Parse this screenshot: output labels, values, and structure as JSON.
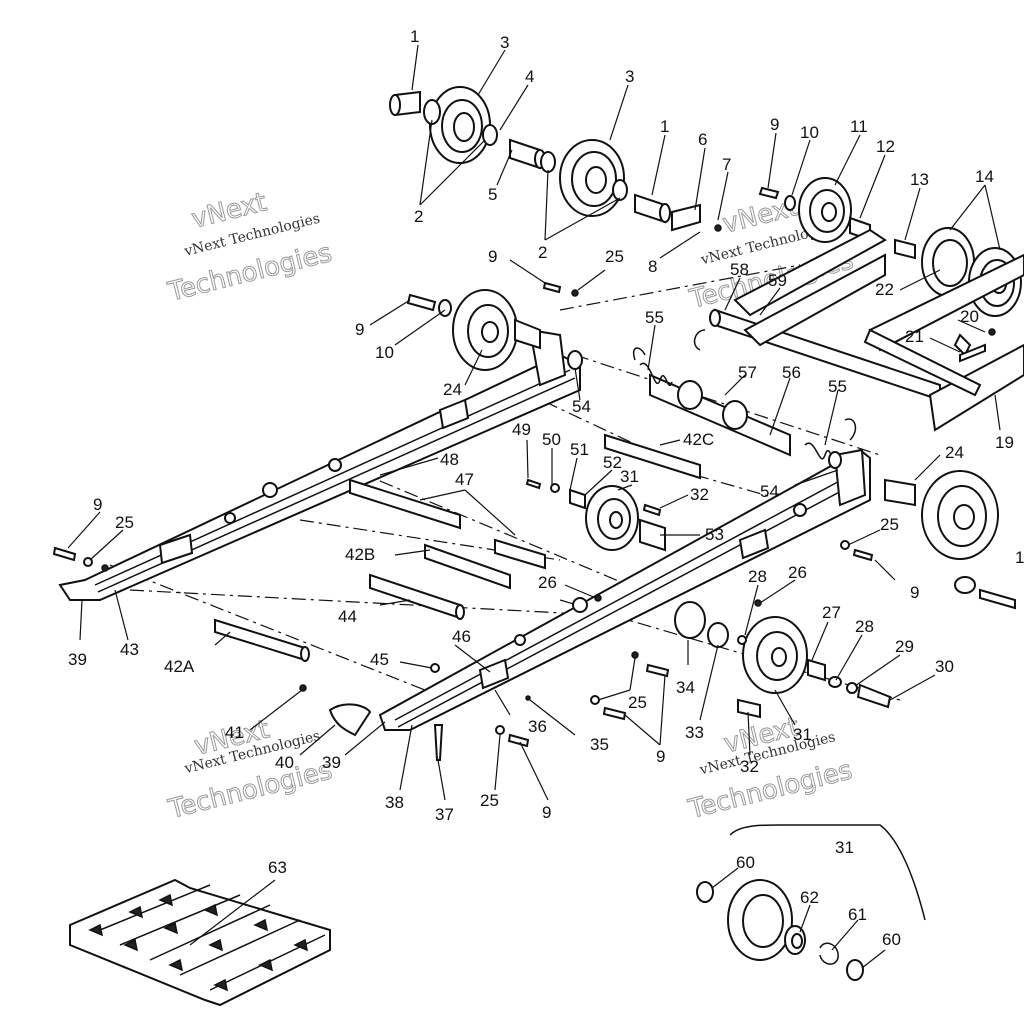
{
  "watermarks": [
    {
      "line1": "vNext",
      "line2": "vNext Technologies",
      "line3": "Technologies"
    },
    {
      "line1": "vNext",
      "line2": "vNext Technologies",
      "line3": "Technologies"
    },
    {
      "line1": "vNext",
      "line2": "vNext Technologies",
      "line3": "Technologies"
    },
    {
      "line1": "vNext",
      "line2": "vNext Technologies",
      "line3": "Technologies"
    }
  ],
  "callouts": [
    {
      "id": "c1",
      "text": "1"
    },
    {
      "id": "c3a",
      "text": "3"
    },
    {
      "id": "c4",
      "text": "4"
    },
    {
      "id": "c3b",
      "text": "3"
    },
    {
      "id": "c2a",
      "text": "2"
    },
    {
      "id": "c5",
      "text": "5"
    },
    {
      "id": "c1b",
      "text": "1"
    },
    {
      "id": "c6",
      "text": "6"
    },
    {
      "id": "c7",
      "text": "7"
    },
    {
      "id": "c9a",
      "text": "9"
    },
    {
      "id": "c10a",
      "text": "10"
    },
    {
      "id": "c11",
      "text": "11"
    },
    {
      "id": "c12",
      "text": "12"
    },
    {
      "id": "c13",
      "text": "13"
    },
    {
      "id": "c14",
      "text": "14"
    },
    {
      "id": "c2b",
      "text": "2"
    },
    {
      "id": "c8",
      "text": "8"
    },
    {
      "id": "c9b",
      "text": "9"
    },
    {
      "id": "c25a",
      "text": "25"
    },
    {
      "id": "c58",
      "text": "58"
    },
    {
      "id": "c59",
      "text": "59"
    },
    {
      "id": "c9c",
      "text": "9"
    },
    {
      "id": "c10b",
      "text": "10"
    },
    {
      "id": "c22",
      "text": "22"
    },
    {
      "id": "c20",
      "text": "20"
    },
    {
      "id": "c21",
      "text": "21"
    },
    {
      "id": "c55a",
      "text": "55"
    },
    {
      "id": "c57",
      "text": "57"
    },
    {
      "id": "c56",
      "text": "56"
    },
    {
      "id": "c55b",
      "text": "55"
    },
    {
      "id": "c24a",
      "text": "24"
    },
    {
      "id": "c54a",
      "text": "54"
    },
    {
      "id": "c19",
      "text": "19"
    },
    {
      "id": "c42C",
      "text": "42C"
    },
    {
      "id": "c49",
      "text": "49"
    },
    {
      "id": "c50",
      "text": "50"
    },
    {
      "id": "c51",
      "text": "51"
    },
    {
      "id": "c52",
      "text": "52"
    },
    {
      "id": "c31a",
      "text": "31"
    },
    {
      "id": "c32a",
      "text": "32"
    },
    {
      "id": "c24b",
      "text": "24"
    },
    {
      "id": "c54b",
      "text": "54"
    },
    {
      "id": "c48",
      "text": "48"
    },
    {
      "id": "c47",
      "text": "47"
    },
    {
      "id": "c9d",
      "text": "9"
    },
    {
      "id": "c25b",
      "text": "25"
    },
    {
      "id": "c53",
      "text": "53"
    },
    {
      "id": "c25c",
      "text": "25"
    },
    {
      "id": "c42B",
      "text": "42B"
    },
    {
      "id": "c26a",
      "text": "26"
    },
    {
      "id": "c28a",
      "text": "28"
    },
    {
      "id": "c26b",
      "text": "26"
    },
    {
      "id": "c9e",
      "text": "9"
    },
    {
      "id": "c1c",
      "text": "1"
    },
    {
      "id": "c44",
      "text": "44"
    },
    {
      "id": "c27",
      "text": "27"
    },
    {
      "id": "c28b",
      "text": "28"
    },
    {
      "id": "c29",
      "text": "29"
    },
    {
      "id": "c30",
      "text": "30"
    },
    {
      "id": "c39a",
      "text": "39"
    },
    {
      "id": "c43",
      "text": "43"
    },
    {
      "id": "c42A",
      "text": "42A"
    },
    {
      "id": "c46",
      "text": "46"
    },
    {
      "id": "c45",
      "text": "45"
    },
    {
      "id": "c34",
      "text": "34"
    },
    {
      "id": "c25d",
      "text": "25"
    },
    {
      "id": "c41",
      "text": "41"
    },
    {
      "id": "c36",
      "text": "36"
    },
    {
      "id": "c35",
      "text": "35"
    },
    {
      "id": "c33",
      "text": "33"
    },
    {
      "id": "c31b",
      "text": "31"
    },
    {
      "id": "c9f",
      "text": "9"
    },
    {
      "id": "c40",
      "text": "40"
    },
    {
      "id": "c32b",
      "text": "32"
    },
    {
      "id": "c39b",
      "text": "39"
    },
    {
      "id": "c38",
      "text": "38"
    },
    {
      "id": "c25e",
      "text": "25"
    },
    {
      "id": "c9g",
      "text": "9"
    },
    {
      "id": "c37",
      "text": "37"
    },
    {
      "id": "c31c",
      "text": "31"
    },
    {
      "id": "c63",
      "text": "63"
    },
    {
      "id": "c60a",
      "text": "60"
    },
    {
      "id": "c62",
      "text": "62"
    },
    {
      "id": "c61",
      "text": "61"
    },
    {
      "id": "c60b",
      "text": "60"
    }
  ]
}
